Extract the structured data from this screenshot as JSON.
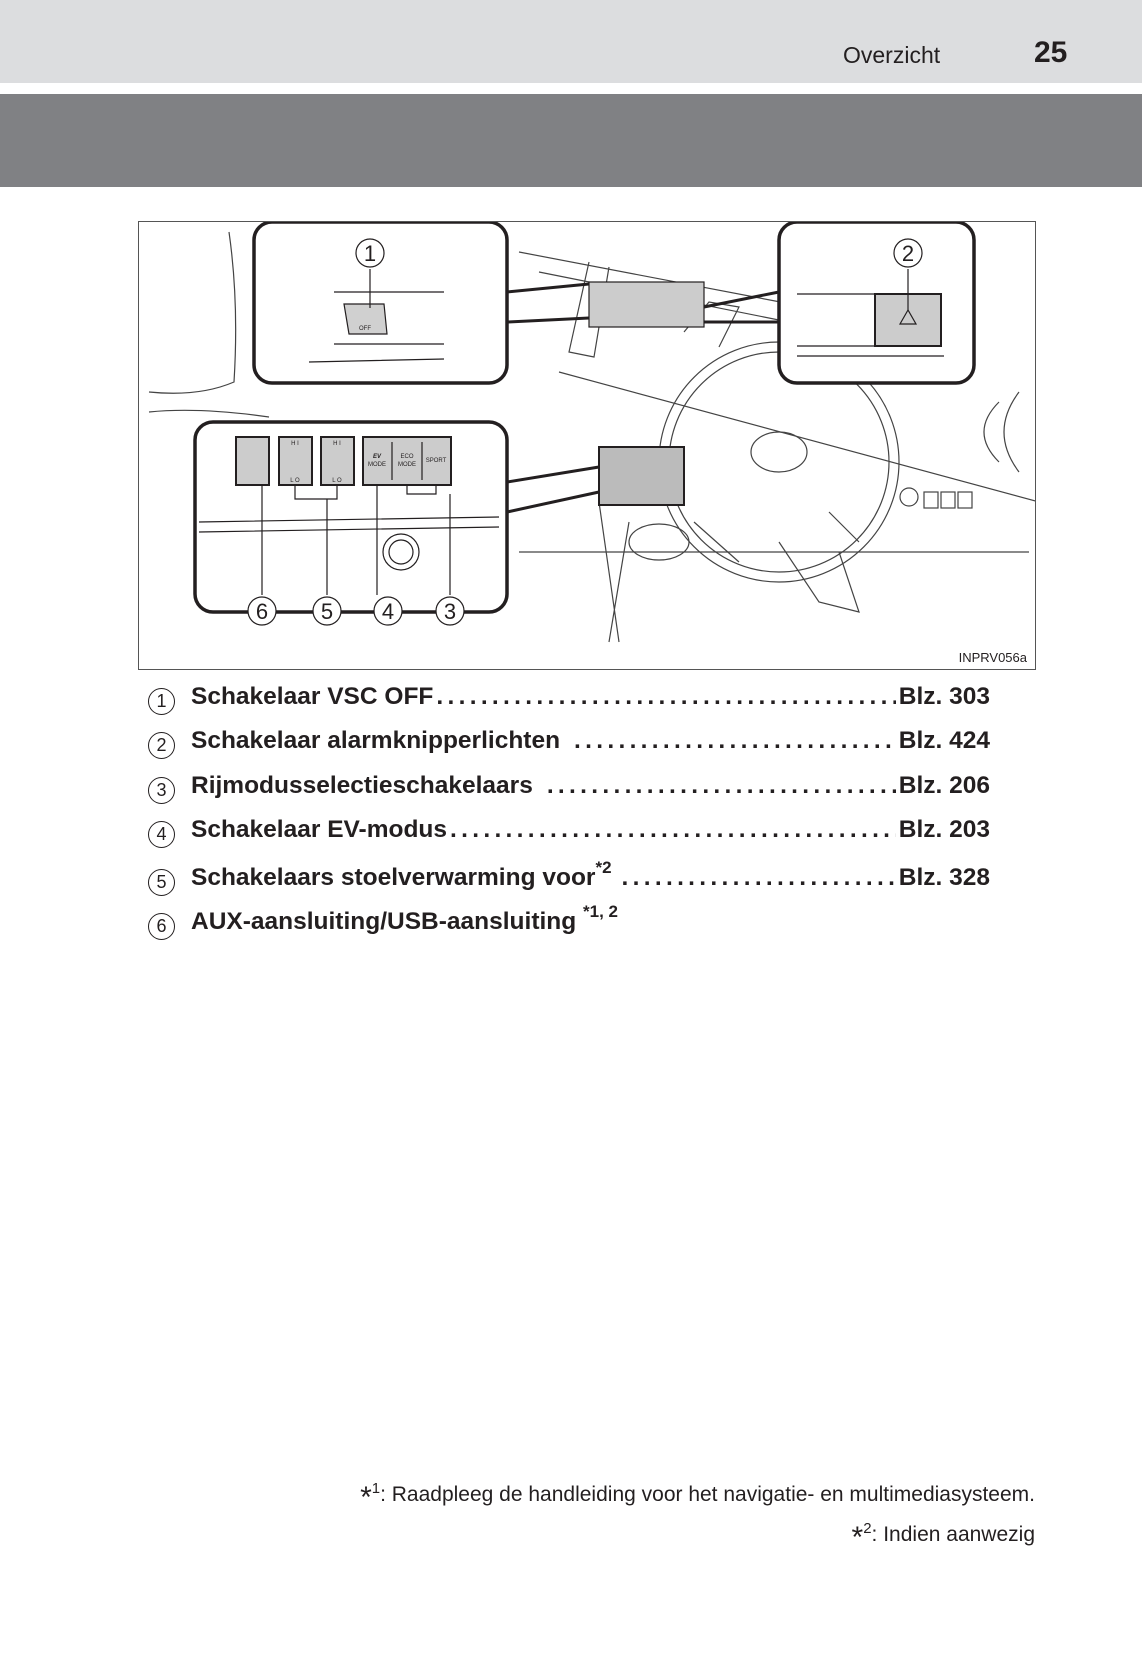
{
  "header": {
    "section": "Overzicht",
    "page_number": "25"
  },
  "figure": {
    "code": "INPRV056a",
    "callouts": [
      "1",
      "2",
      "6",
      "5",
      "4",
      "3"
    ],
    "switch_labels": {
      "vsc": "OFF",
      "hi": "H I",
      "lo": "L O",
      "ev": "EV",
      "mode": "MODE",
      "eco": "ECO",
      "sport": "SPORT"
    }
  },
  "items": [
    {
      "num": "1",
      "label": "Schakelaar VSC OFF",
      "note": "",
      "page": "Blz. 303"
    },
    {
      "num": "2",
      "label": "Schakelaar alarmknipperlichten",
      "note": "",
      "page": "Blz. 424"
    },
    {
      "num": "3",
      "label": "Rijmodusselectieschakelaars",
      "note": "",
      "page": "Blz. 206"
    },
    {
      "num": "4",
      "label": "Schakelaar EV-modus",
      "note": "",
      "page": "Blz. 203"
    },
    {
      "num": "5",
      "label": "Schakelaars stoelverwarming voor",
      "note": "*2",
      "page": "Blz. 328"
    },
    {
      "num": "6",
      "label": "AUX-aansluiting/USB-aansluiting",
      "note": "*1, 2",
      "page": ""
    }
  ],
  "leader": "..........................................................................",
  "footnotes": [
    {
      "mark": "*",
      "num": "1",
      "text": ": Raadpleeg de handleiding voor het navigatie- en multimediasysteem."
    },
    {
      "mark": "*",
      "num": "2",
      "text": ": Indien aanwezig"
    }
  ]
}
